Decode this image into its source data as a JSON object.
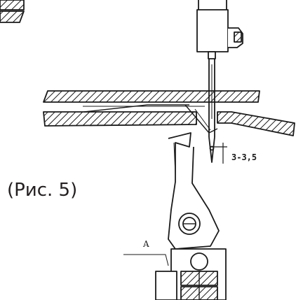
{
  "figure": {
    "caption": "(Рис. 5)",
    "dimension_label": "3-3,5",
    "part_label": "A",
    "line_color": "#1a1a1a"
  }
}
